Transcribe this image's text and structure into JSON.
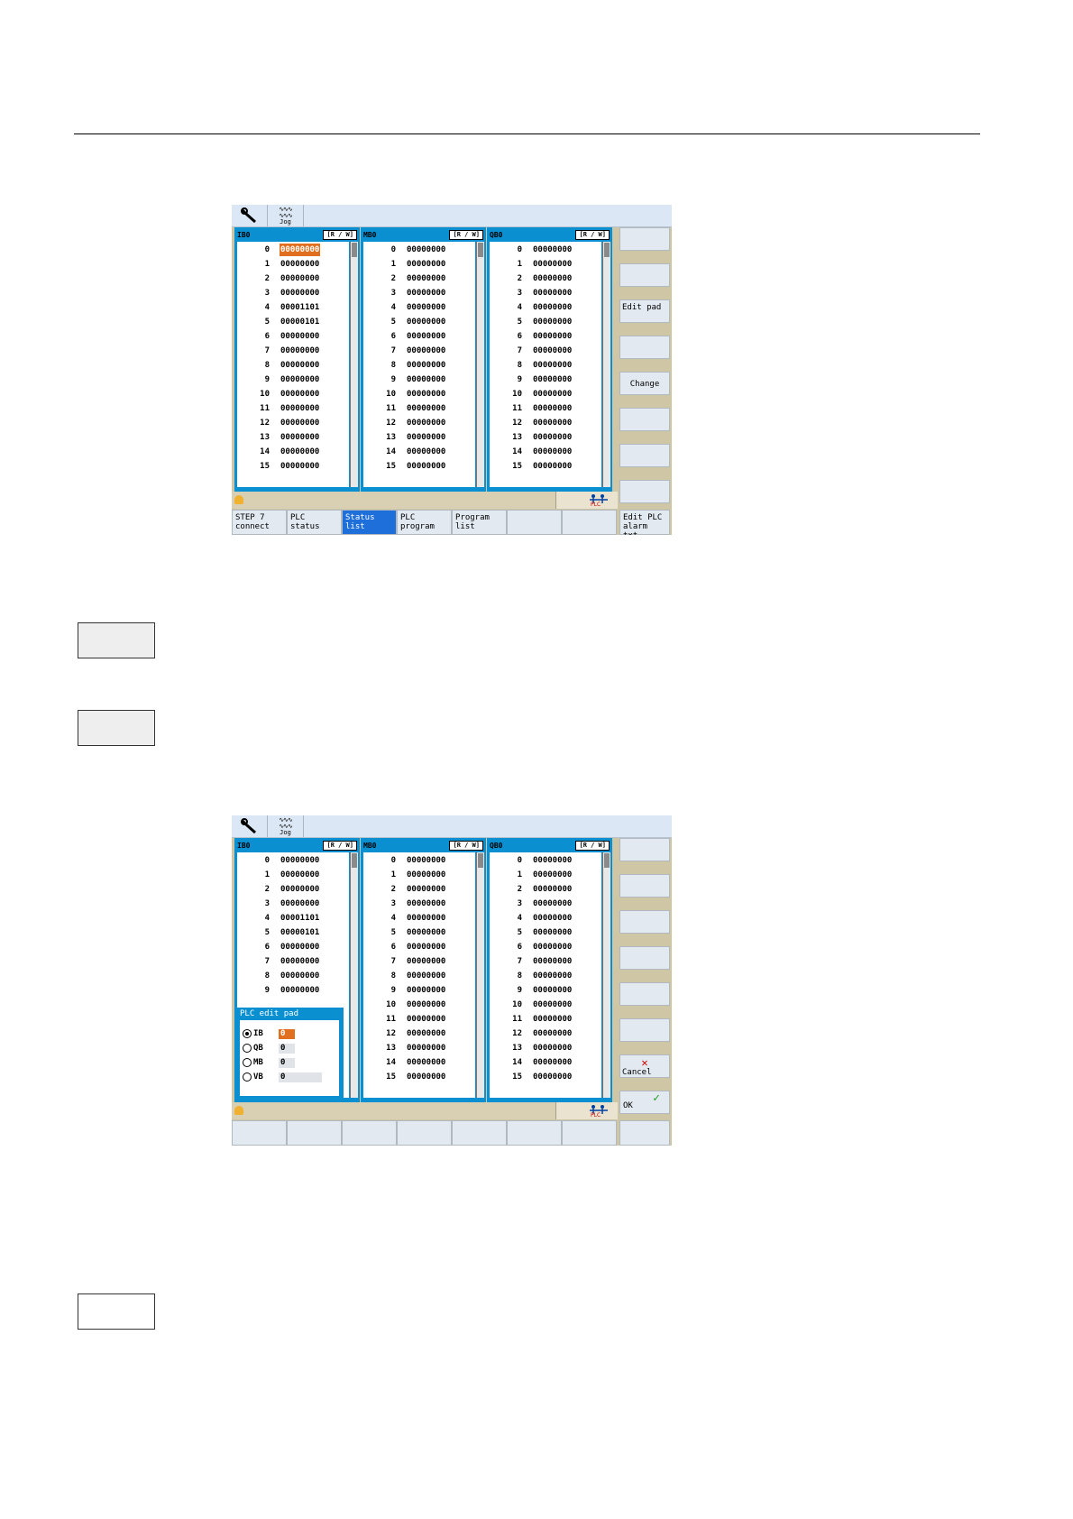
{
  "shot1": {
    "panels": [
      {
        "title": "IB0",
        "mode": "[R / W]",
        "rows": [
          {
            "i": "0",
            "v": "00000000"
          },
          {
            "i": "1",
            "v": "00000000"
          },
          {
            "i": "2",
            "v": "00000000"
          },
          {
            "i": "3",
            "v": "00000000"
          },
          {
            "i": "4",
            "v": "00001101"
          },
          {
            "i": "5",
            "v": "00000101"
          },
          {
            "i": "6",
            "v": "00000000"
          },
          {
            "i": "7",
            "v": "00000000"
          },
          {
            "i": "8",
            "v": "00000000"
          },
          {
            "i": "9",
            "v": "00000000"
          },
          {
            "i": "10",
            "v": "00000000"
          },
          {
            "i": "11",
            "v": "00000000"
          },
          {
            "i": "12",
            "v": "00000000"
          },
          {
            "i": "13",
            "v": "00000000"
          },
          {
            "i": "14",
            "v": "00000000"
          },
          {
            "i": "15",
            "v": "00000000"
          }
        ]
      },
      {
        "title": "MB0",
        "mode": "[R / W]",
        "rows": [
          {
            "i": "0",
            "v": "00000000"
          },
          {
            "i": "1",
            "v": "00000000"
          },
          {
            "i": "2",
            "v": "00000000"
          },
          {
            "i": "3",
            "v": "00000000"
          },
          {
            "i": "4",
            "v": "00000000"
          },
          {
            "i": "5",
            "v": "00000000"
          },
          {
            "i": "6",
            "v": "00000000"
          },
          {
            "i": "7",
            "v": "00000000"
          },
          {
            "i": "8",
            "v": "00000000"
          },
          {
            "i": "9",
            "v": "00000000"
          },
          {
            "i": "10",
            "v": "00000000"
          },
          {
            "i": "11",
            "v": "00000000"
          },
          {
            "i": "12",
            "v": "00000000"
          },
          {
            "i": "13",
            "v": "00000000"
          },
          {
            "i": "14",
            "v": "00000000"
          },
          {
            "i": "15",
            "v": "00000000"
          }
        ]
      },
      {
        "title": "QB0",
        "mode": "[R / W]",
        "rows": [
          {
            "i": "0",
            "v": "00000000"
          },
          {
            "i": "1",
            "v": "00000000"
          },
          {
            "i": "2",
            "v": "00000000"
          },
          {
            "i": "3",
            "v": "00000000"
          },
          {
            "i": "4",
            "v": "00000000"
          },
          {
            "i": "5",
            "v": "00000000"
          },
          {
            "i": "6",
            "v": "00000000"
          },
          {
            "i": "7",
            "v": "00000000"
          },
          {
            "i": "8",
            "v": "00000000"
          },
          {
            "i": "9",
            "v": "00000000"
          },
          {
            "i": "10",
            "v": "00000000"
          },
          {
            "i": "11",
            "v": "00000000"
          },
          {
            "i": "12",
            "v": "00000000"
          },
          {
            "i": "13",
            "v": "00000000"
          },
          {
            "i": "14",
            "v": "00000000"
          },
          {
            "i": "15",
            "v": "00000000"
          }
        ]
      }
    ],
    "jog_label": "Jog",
    "right_softkeys": [
      "",
      "",
      "Edit pad",
      "",
      "Change",
      "",
      "",
      ""
    ],
    "bottom_softkeys": [
      "STEP 7 connect",
      "PLC status",
      "Status list",
      "PLC program",
      "Program list",
      "",
      "",
      "Edit PLC alarm txt"
    ]
  },
  "shot2": {
    "jog_label": "Jog",
    "pad": {
      "title": "PLC edit pad",
      "options": [
        {
          "label": "IB",
          "value": "0",
          "selected": true
        },
        {
          "label": "QB",
          "value": "0",
          "selected": false
        },
        {
          "label": "MB",
          "value": "0",
          "selected": false
        },
        {
          "label": "VB",
          "value": "0",
          "selected": false
        }
      ]
    },
    "right_softkeys": [
      "",
      "",
      "",
      "",
      "",
      "",
      "Cancel",
      "OK"
    ]
  }
}
